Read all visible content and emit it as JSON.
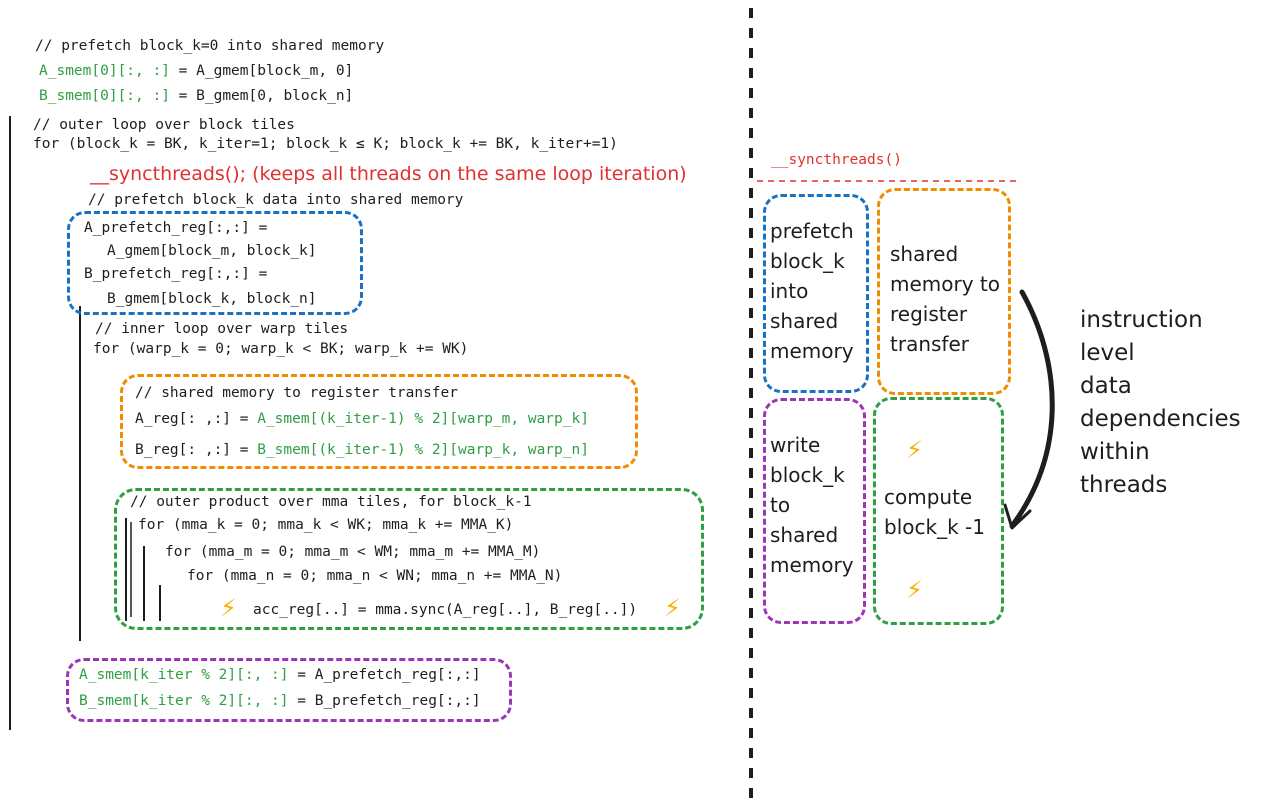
{
  "code": {
    "prefetch_comment": "// prefetch block_k=0 into shared memory",
    "a_smem_init_lhs": "A_smem[0][:, :]",
    "a_smem_init_rhs": " = A_gmem[block_m, 0]",
    "b_smem_init_lhs": "B_smem[0][:, :]",
    "b_smem_init_rhs": " = B_gmem[0, block_n]",
    "outer_comment": "// outer loop over block tiles",
    "outer_for": "for (block_k = BK, k_iter=1; block_k ≤ K; block_k += BK, k_iter+=1)",
    "sync_note": "__syncthreads(); (keeps all threads on the same loop iteration)",
    "prefetch_k_comment": "// prefetch block_k data into shared memory",
    "a_prefetch_1": "A_prefetch_reg[:,:] =",
    "a_prefetch_2": "A_gmem[block_m, block_k]",
    "b_prefetch_1": "B_prefetch_reg[:,:] =",
    "b_prefetch_2": "B_gmem[block_k, block_n]",
    "inner_comment": "// inner loop over warp tiles",
    "inner_for": "for (warp_k = 0; warp_k < BK; warp_k += WK)",
    "smem_reg_comment": "// shared memory to register transfer",
    "a_reg_lhs": "A_reg[: ,:] = ",
    "a_reg_rhs": "A_smem[(k_iter-1) % 2][warp_m, warp_k]",
    "b_reg_lhs": "B_reg[: ,:] = ",
    "b_reg_rhs": "B_smem[(k_iter-1) % 2][warp_k, warp_n]",
    "outer_product_comment": "// outer product over mma tiles, for block_k-1",
    "mma_k_for": "for (mma_k = 0; mma_k < WK; mma_k += MMA_K)",
    "mma_m_for": "for (mma_m = 0; mma_m < WM; mma_m += MMA_M)",
    "mma_n_for": "for (mma_n = 0; mma_n < WN; mma_n += MMA_N)",
    "mma_sync": "acc_reg[..] = mma.sync(A_reg[..], B_reg[..])",
    "a_smem_write_lhs": "A_smem[k_iter % 2][:, :]",
    "a_smem_write_rhs": "= A_prefetch_reg[:,:]",
    "b_smem_write_lhs": "B_smem[k_iter % 2][:, :]",
    "b_smem_write_rhs": "= B_prefetch_reg[:,:]",
    "bolt": "⚡"
  },
  "timeline": {
    "sync_label": "__syncthreads()",
    "stage_prefetch": [
      "prefetch",
      "block_k",
      "into",
      "shared",
      "memory"
    ],
    "stage_smem_reg": [
      "shared",
      "memory to",
      "register",
      "transfer"
    ],
    "stage_write": [
      "write",
      "block_k",
      "to",
      "shared",
      "memory"
    ],
    "stage_compute": [
      "compute",
      "block_k -1"
    ],
    "dependency_label": [
      "instruction",
      "level",
      "data",
      "dependencies",
      "within",
      "threads"
    ]
  },
  "colors": {
    "blue": "#1971c2",
    "orange": "#f08c00",
    "green": "#2f9e44",
    "purple": "#9c36b5",
    "red": "#e03131",
    "bolt": "#fab005"
  }
}
